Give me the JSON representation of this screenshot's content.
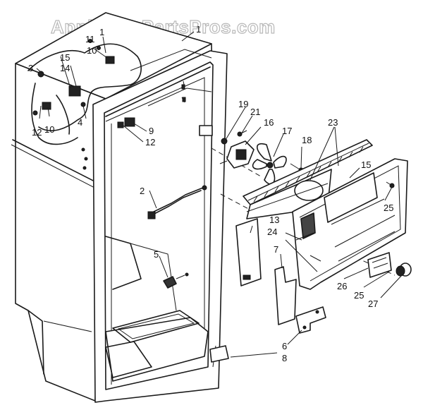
{
  "watermark": "AppliancePartsPros.com",
  "callouts": {
    "c1a": "1",
    "c1b": "1",
    "c2": "2",
    "c3": "3",
    "c4": "4",
    "c5": "5",
    "c6": "6",
    "c7": "7",
    "c8": "8",
    "c9": "9",
    "c10a": "10",
    "c10b": "10",
    "c11": "11",
    "c12a": "12",
    "c12b": "12",
    "c13": "13",
    "c14": "14",
    "c15a": "15",
    "c15b": "15",
    "c16": "16",
    "c17": "17",
    "c18": "18",
    "c19": "19",
    "c21": "21",
    "c23": "23",
    "c24": "24",
    "c25a": "25",
    "c25b": "25",
    "c26": "26",
    "c27": "27"
  }
}
